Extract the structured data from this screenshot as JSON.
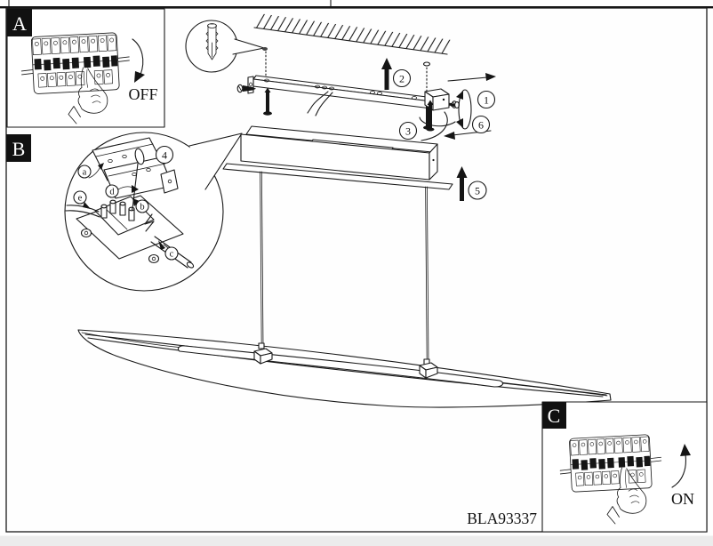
{
  "page": {
    "model_number": "BLA93337"
  },
  "insets": {
    "a": {
      "label": "A",
      "switch_state": "OFF"
    },
    "b": {
      "label": "B"
    },
    "c": {
      "label": "C",
      "switch_state": "ON"
    }
  },
  "steps": {
    "step1": "1",
    "step2": "2",
    "step3": "3",
    "step4": "4",
    "step5": "5",
    "step6": "6"
  },
  "terminals": {
    "a": "a",
    "b": "b",
    "c": "c",
    "d": "d",
    "e": "e"
  }
}
